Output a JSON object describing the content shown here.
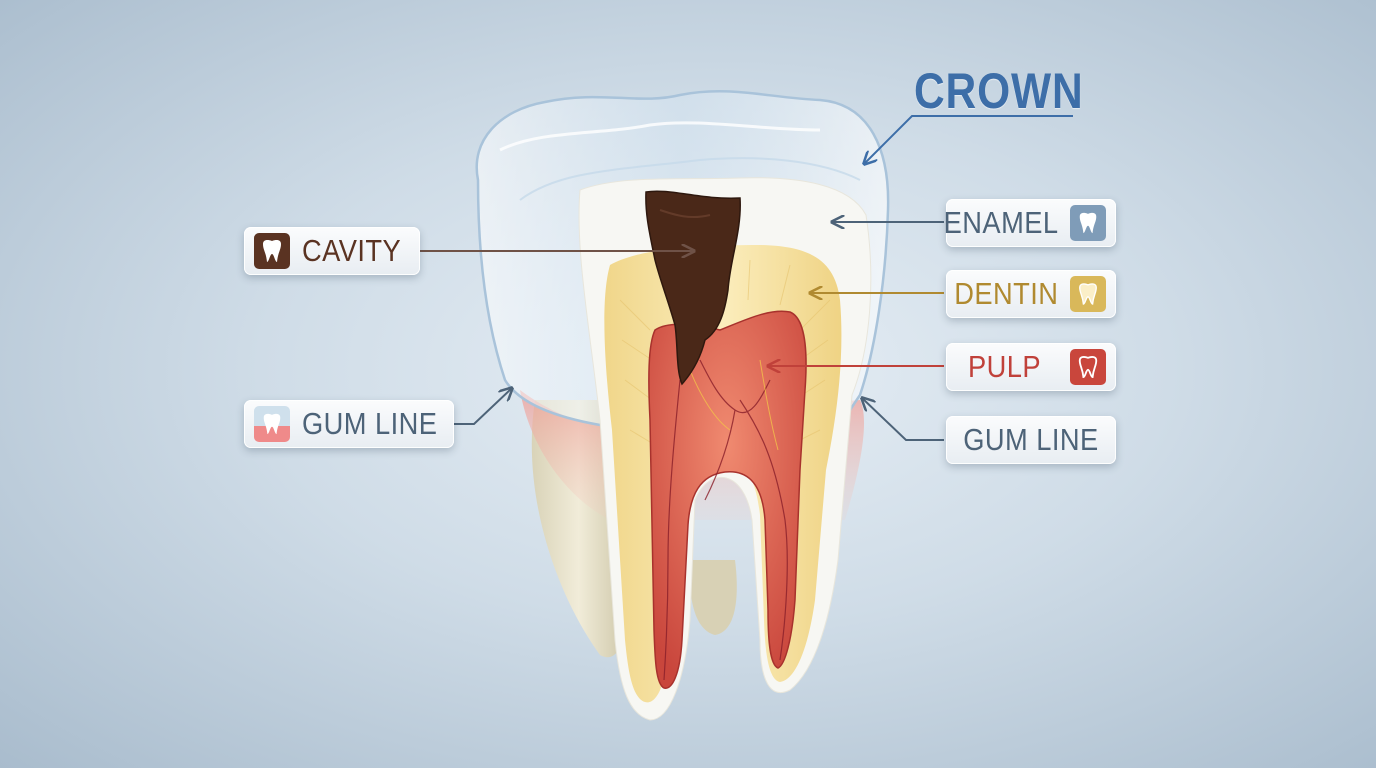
{
  "title": "CROWN",
  "labels": {
    "cavity": "CAVITY",
    "enamel": "ENAMEL",
    "dentin": "DENTIN",
    "pulp": "PULP",
    "gum_line_left": "GUM LINE",
    "gum_line_right": "GUM LINE"
  },
  "colors": {
    "crown": "#3d6ea8",
    "cavity": "#5a3322",
    "enamel": "#4d6378",
    "dentin": "#b08a30",
    "pulp": "#c0413a",
    "gum_line": "#4d6378",
    "gum_tissue": "#e88a8a",
    "pulp_tissue": "#d9574c",
    "dentin_tissue": "#f3de95"
  },
  "icons": {
    "cavity": "tooth-icon",
    "enamel": "tooth-icon",
    "dentin": "tooth-icon",
    "pulp": "tooth-icon",
    "gum_line": "gum-tooth-icon"
  }
}
